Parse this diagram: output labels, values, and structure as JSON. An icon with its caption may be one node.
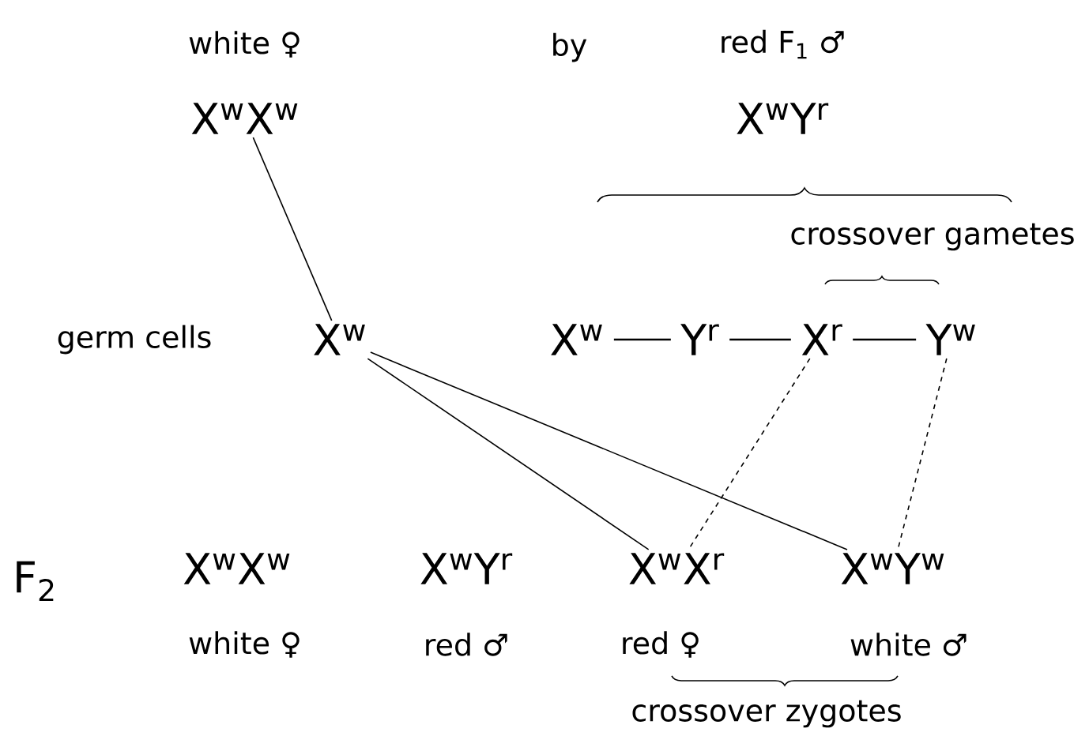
{
  "diagram": {
    "nodes": [
      {
        "text": [
          "X$^{w}$X$^{w}$"
        ],
        "beside": [
          "white ♀"
        ]
      },
      {
        "text": [
          "X$^{w}$Y$^{r}$"
        ],
        "beside": [
          "red F$_{1}$ ♂"
        ]
      },
      {
        "text": [
          "X$^{w}$"
        ]
      },
      {
        "text": [
          "X$^{w}$"
        ]
      },
      {
        "text": [
          "Y$^{r}$"
        ]
      },
      {
        "text": [
          "X$^{r}$"
        ]
      },
      {
        "text": [
          "Y$^{w}$"
        ]
      },
      {
        "text": [
          "X$^{w}$X$^{w}$"
        ],
        "beside": [
          "white ♀"
        ]
      },
      {
        "text": [
          "X$^{w}$Y$^{r}$"
        ],
        "beside": [
          "red ♂"
        ]
      },
      {
        "text": [
          "X$^{w}$X$^{r}$"
        ],
        "beside": [
          "red ♀"
        ]
      },
      {
        "text": [
          "X$^{w}$Y$^{w}$"
        ],
        "beside": [
          "white ♂"
        ]
      }
    ],
    "edges": [
      {
        "from": 0,
        "to": 2,
        "arrow": "none"
      },
      {
        "from": 3,
        "to": 4,
        "arrow": "none"
      },
      {
        "from": 4,
        "to": 5,
        "arrow": "none"
      },
      {
        "from": 5,
        "to": 6,
        "arrow": "none"
      },
      {
        "from": 2,
        "to": 9,
        "arrow": "none"
      },
      {
        "from": 2,
        "to": 10,
        "arrow": "none"
      },
      {
        "from": 5,
        "to": 9,
        "arrow": "none",
        "style": "dashed"
      },
      {
        "from": 6,
        "to": 10,
        "arrow": "none",
        "style": "dashed"
      }
    ],
    "labels": [
      "germ cells",
      "by",
      "crossover gametes",
      "F$_{2}$",
      "crossover zygotes"
    ]
  }
}
